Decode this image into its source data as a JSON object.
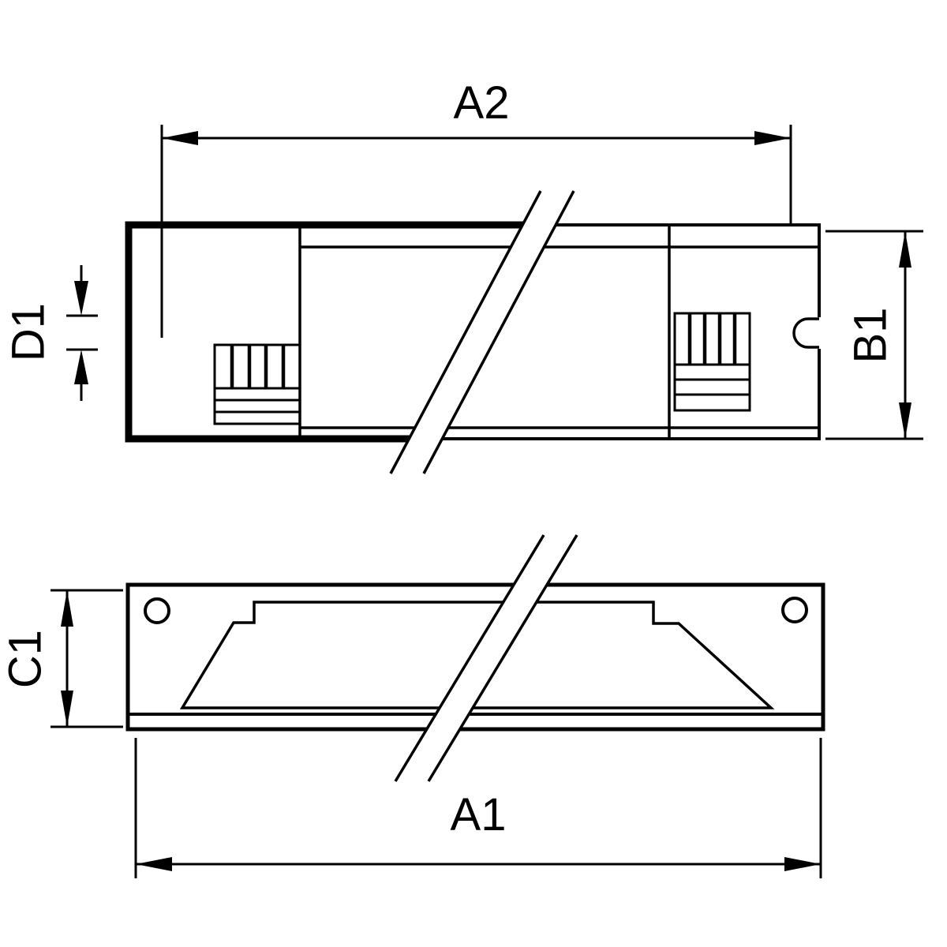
{
  "drawing": {
    "labels": {
      "a2": "A2",
      "b1": "B1",
      "d1": "D1",
      "c1": "C1",
      "a1": "A1"
    },
    "colors": {
      "line": "#000000",
      "background": "#ffffff"
    }
  }
}
